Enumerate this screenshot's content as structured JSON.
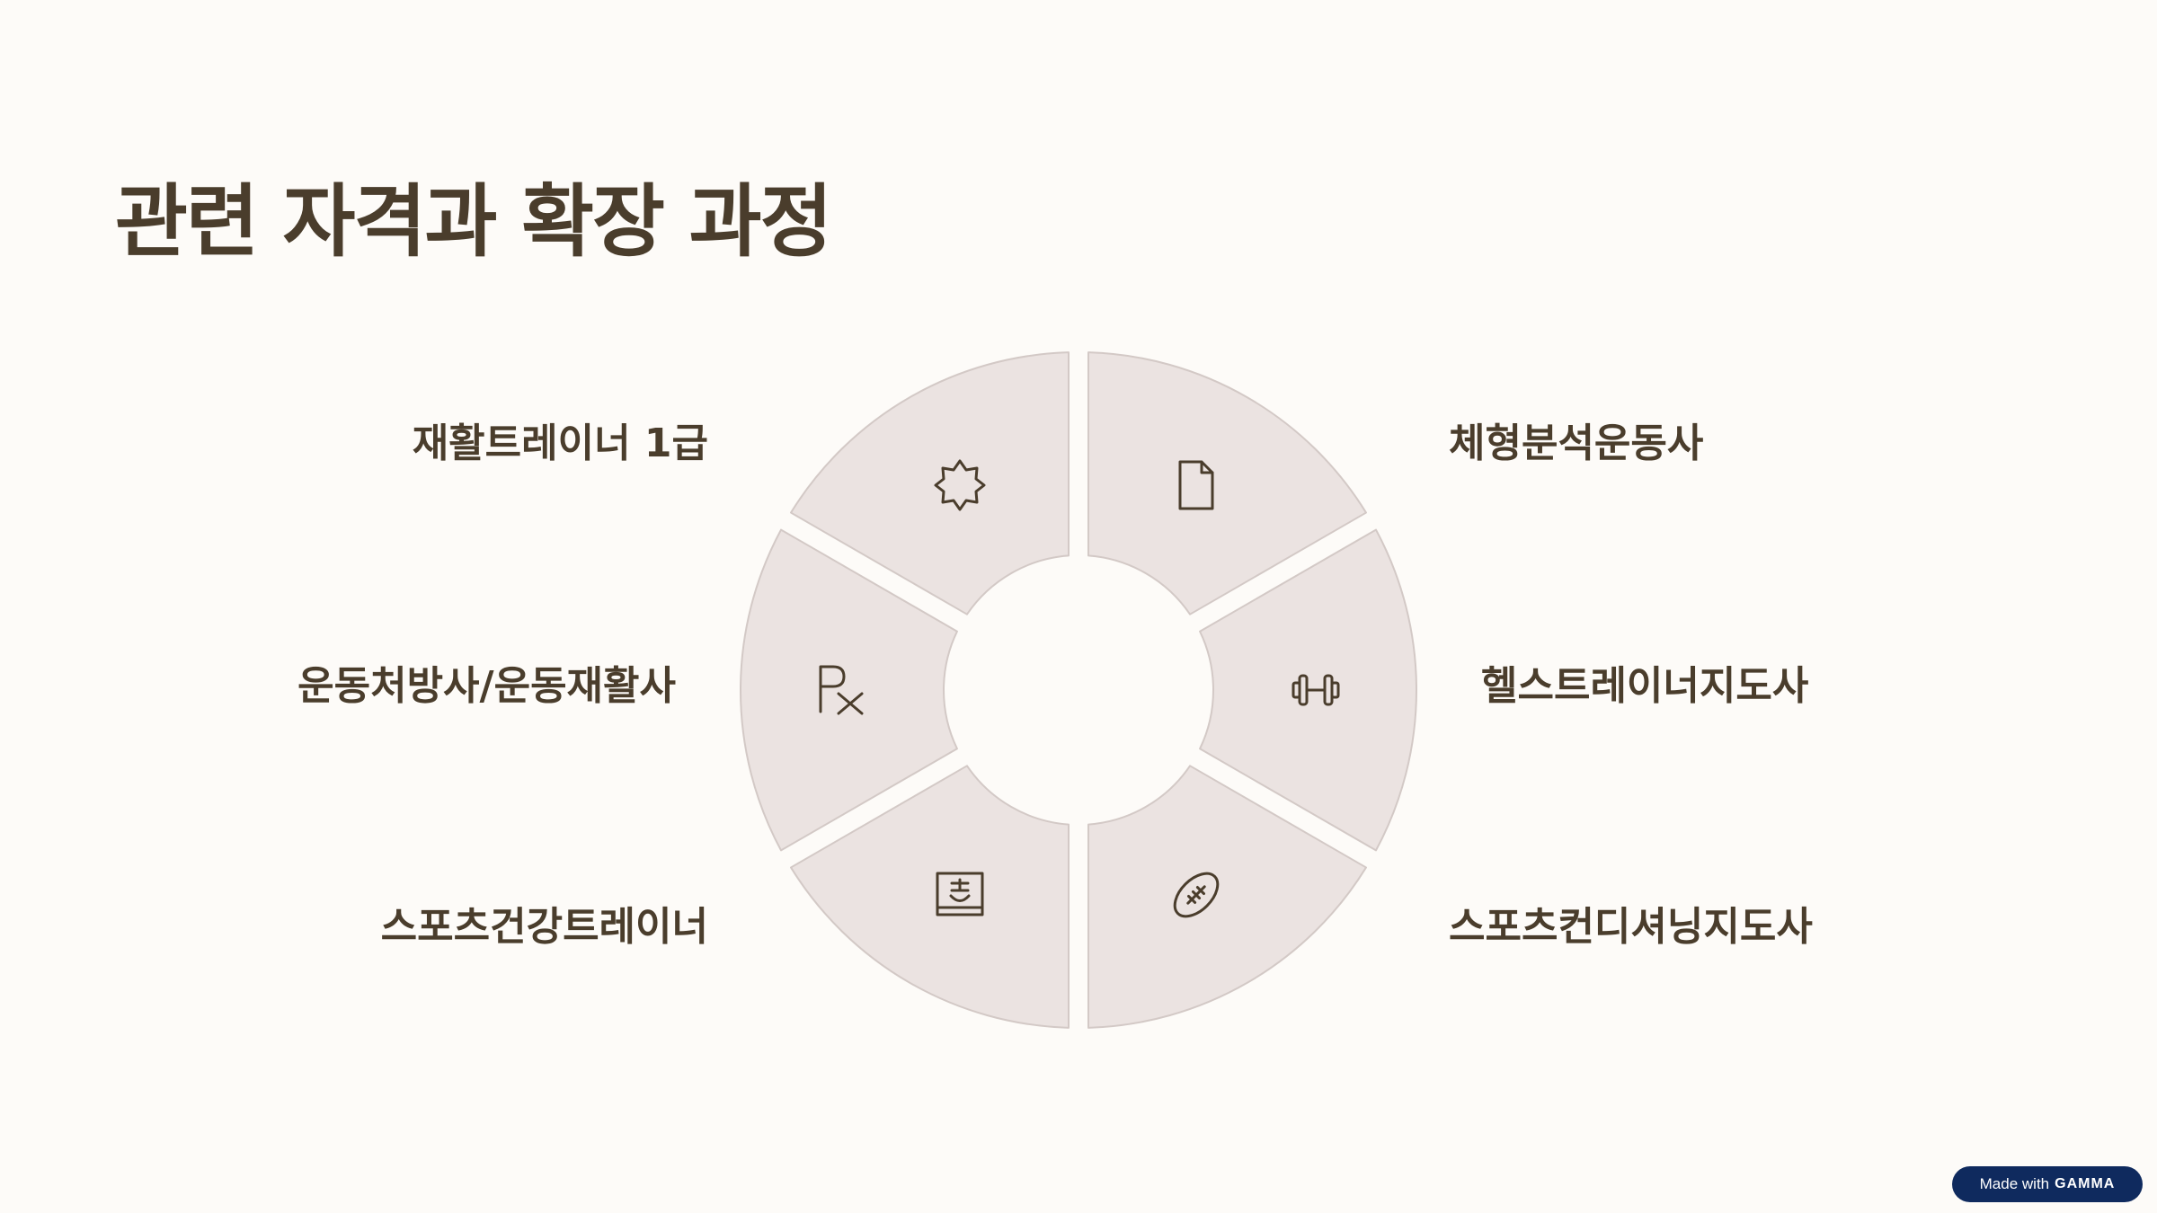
{
  "title": "관련 자격과 확장 과정",
  "items": [
    {
      "label": "재활트레이너 1급",
      "icon": "badge-icon"
    },
    {
      "label": "체형분석운동사",
      "icon": "document-icon"
    },
    {
      "label": "헬스트레이너지도사",
      "icon": "dumbbell-icon"
    },
    {
      "label": "스포츠컨디셔닝지도사",
      "icon": "football-icon"
    },
    {
      "label": "스포츠건강트레이너",
      "icon": "health-chart-icon"
    },
    {
      "label": "운동처방사/운동재활사",
      "icon": "prescription-icon"
    }
  ],
  "badge": {
    "prefix": "Made with",
    "brand": "GAMMA"
  },
  "colors": {
    "background": "#fdfbf8",
    "segment": "#ebe3e1",
    "text": "#4a3d2c",
    "badge": "#0f2a5e"
  }
}
